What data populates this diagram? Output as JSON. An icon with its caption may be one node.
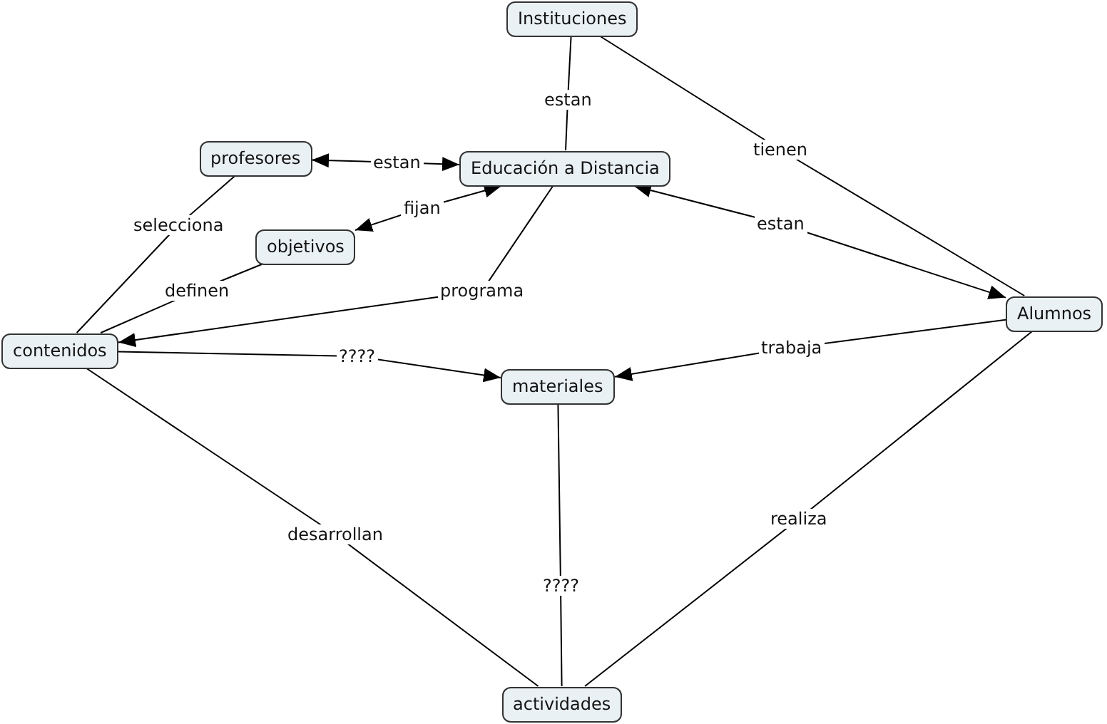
{
  "diagram": {
    "nodes": [
      {
        "text": [
          "Instituciones"
        ]
      },
      {
        "text": [
          "profesores"
        ]
      },
      {
        "text": [
          "Educación a Distancia"
        ]
      },
      {
        "text": [
          "objetivos"
        ]
      },
      {
        "text": [
          "Alumnos"
        ]
      },
      {
        "text": [
          "contenidos"
        ]
      },
      {
        "text": [
          "materiales"
        ]
      },
      {
        "text": [
          "actividades"
        ]
      }
    ],
    "edges": [
      {
        "from": 0,
        "to": 2,
        "arrow": "none",
        "label": "estan"
      },
      {
        "from": 0,
        "to": 4,
        "arrow": "none",
        "label": "tienen"
      },
      {
        "from": 1,
        "to": 2,
        "arrow": "both",
        "label": "estan"
      },
      {
        "from": 3,
        "to": 2,
        "arrow": "both",
        "label": "fijan"
      },
      {
        "from": 1,
        "to": 5,
        "arrow": "none",
        "label": "selecciona"
      },
      {
        "from": 3,
        "to": 5,
        "arrow": "none",
        "label": "definen"
      },
      {
        "from": 2,
        "to": 5,
        "arrow": "to",
        "label": "programa"
      },
      {
        "from": 2,
        "to": 4,
        "arrow": "both",
        "label": "estan"
      },
      {
        "from": 5,
        "to": 6,
        "arrow": "to",
        "label": "????"
      },
      {
        "from": 4,
        "to": 6,
        "arrow": "to",
        "label": "trabaja"
      },
      {
        "from": 5,
        "to": 7,
        "arrow": "none",
        "label": "desarrollan"
      },
      {
        "from": 6,
        "to": 7,
        "arrow": "none",
        "label": "????"
      },
      {
        "from": 4,
        "to": 7,
        "arrow": "none",
        "label": "realiza"
      }
    ]
  }
}
